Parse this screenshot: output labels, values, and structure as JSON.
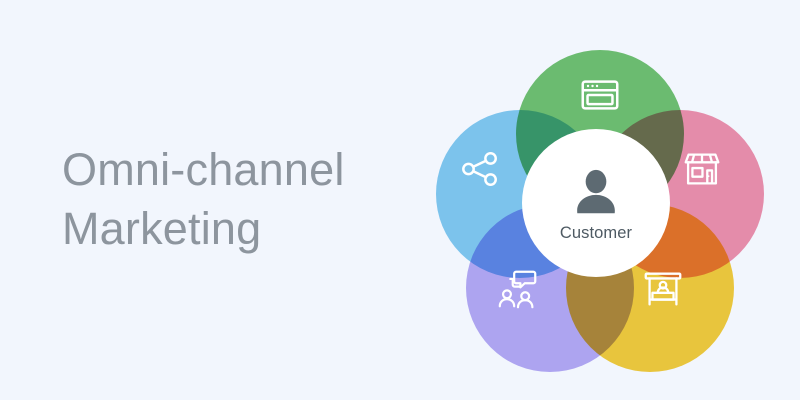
{
  "page": {
    "background_color": "#f2f6fd"
  },
  "headline": {
    "text": "Omni-channel\nMarketing",
    "color": "#8d959e"
  },
  "diagram": {
    "type": "venn",
    "center": {
      "label": "Customer",
      "icon": "person-silhouette-icon",
      "background_color": "#ffffff",
      "label_color": "#4e5a63"
    },
    "channels": [
      {
        "id": "web",
        "position": "top",
        "icon": "browser-window-icon",
        "color": "#5ab85a"
      },
      {
        "id": "store",
        "position": "right",
        "icon": "storefront-icon",
        "color": "#ef7f9e"
      },
      {
        "id": "event",
        "position": "bottom-right",
        "icon": "kiosk-booth-icon",
        "color": "#f4c41d"
      },
      {
        "id": "word-of-mouth",
        "position": "bottom-left",
        "icon": "people-chat-icon",
        "color": "#ab9cf0"
      },
      {
        "id": "social",
        "position": "left",
        "icon": "share-network-icon",
        "color": "#6ec1ec"
      }
    ]
  }
}
